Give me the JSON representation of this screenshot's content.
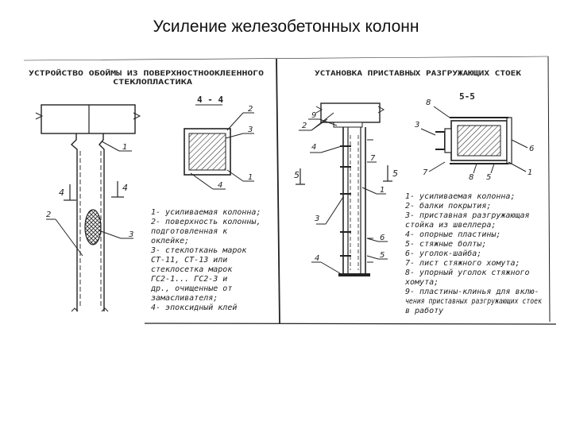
{
  "title": "Усиление железобетонных колонн",
  "left_panel": {
    "heading_line1": "УСТРОЙСТВО ОБОЙМЫ ИЗ ПОВЕРХНОСТНООКЛЕЕННОГО",
    "heading_line2": "СТЕКЛОПЛАСТИКА",
    "section_label": "4 - 4",
    "cut_marker_left": "4",
    "cut_marker_right": "4",
    "callouts": [
      "1",
      "2",
      "3",
      "4"
    ],
    "section_callouts": [
      "2",
      "3",
      "1",
      "4"
    ],
    "legend": [
      "1- усиливаемая колонна;",
      "2- поверхность колонны,",
      "   подготовленная к",
      "   оклейке;",
      "3- стеклоткань марок",
      "   СТ-11, СТ-13 или",
      "   стеклосетка марок",
      "   ГС2-1... ГС2-3 и",
      "   др., очищенные от",
      "   замасливателя;",
      "4- эпоксидный клей"
    ]
  },
  "right_panel": {
    "heading": "УСТАНОВКА ПРИСТАВНЫХ РАЗГРУЖАЮЩИХ СТОЕК",
    "section_label": "5-5",
    "cut_marker_left": "5",
    "cut_marker_right": "5",
    "callouts": [
      "2",
      "9",
      "4",
      "7",
      "1",
      "3",
      "6",
      "5",
      "4"
    ],
    "section_callouts": [
      "8",
      "3",
      "7",
      "8",
      "5",
      "6",
      "1"
    ],
    "legend": [
      "1- усиливаемая колонна;",
      "2- балки покрытия;",
      "3- приставная разгружающая",
      "   стойка из швеллера;",
      "4- опорные пластины;",
      "5- стяжные болты;",
      "6- уголок-шайба;",
      "7- лист стяжного хомута;",
      "8- упорный уголок стяжного",
      "   хомута;",
      "9- пластины-клинья для вклю-",
      "   чения приставных разгружающих стоек",
      "   в работу"
    ]
  }
}
